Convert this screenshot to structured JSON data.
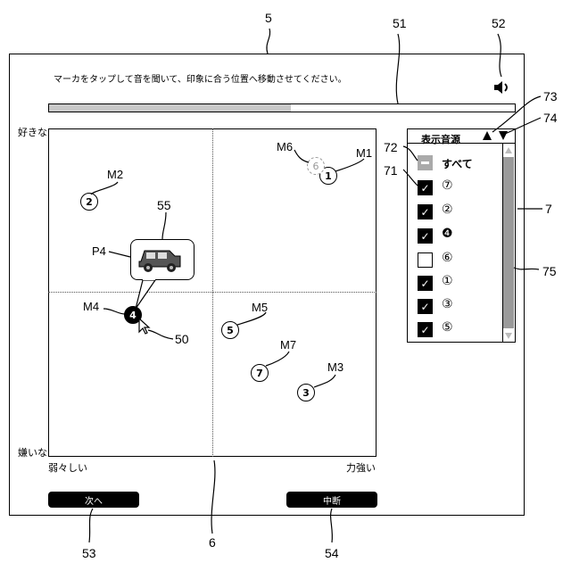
{
  "instruction": "マーカをタップして音を聞いて、印象に合う位置へ移動させてください。",
  "progress": 0.52,
  "y_top_label": "好きな",
  "y_bottom_label": "嫌いな",
  "x_left_label": "弱々しい",
  "x_right_label": "力強い",
  "markers": [
    {
      "id": "M1",
      "glyph": "1",
      "style": "outline"
    },
    {
      "id": "M2",
      "glyph": "2",
      "style": "outline"
    },
    {
      "id": "M3",
      "glyph": "3",
      "style": "outline"
    },
    {
      "id": "M4",
      "glyph": "4",
      "style": "filled"
    },
    {
      "id": "M5",
      "glyph": "5",
      "style": "outline"
    },
    {
      "id": "M6",
      "glyph": "6",
      "style": "ghost"
    },
    {
      "id": "M7",
      "glyph": "7",
      "style": "outline"
    }
  ],
  "bubble_label": "P4",
  "panel": {
    "title": "表示音源",
    "items": [
      {
        "label": "すべて",
        "state": "partial"
      },
      {
        "label": "⑦",
        "state": "checked"
      },
      {
        "label": "②",
        "state": "checked"
      },
      {
        "label": "❹",
        "state": "checked"
      },
      {
        "label": "⑥",
        "state": "unchecked"
      },
      {
        "label": "①",
        "state": "checked"
      },
      {
        "label": "③",
        "state": "checked"
      },
      {
        "label": "⑤",
        "state": "checked"
      }
    ]
  },
  "buttons": {
    "next": "次へ",
    "pause": "中断"
  },
  "refs": {
    "r5": "5",
    "r51": "51",
    "r52": "52",
    "r73": "73",
    "r74": "74",
    "r72": "72",
    "r71": "71",
    "r7": "7",
    "r75": "75",
    "r55": "55",
    "r50": "50",
    "r6": "6",
    "r53": "53",
    "r54": "54"
  },
  "colors": {
    "progress_fill": "#c8c8c8",
    "scroll_thumb": "#9a9a9a"
  }
}
